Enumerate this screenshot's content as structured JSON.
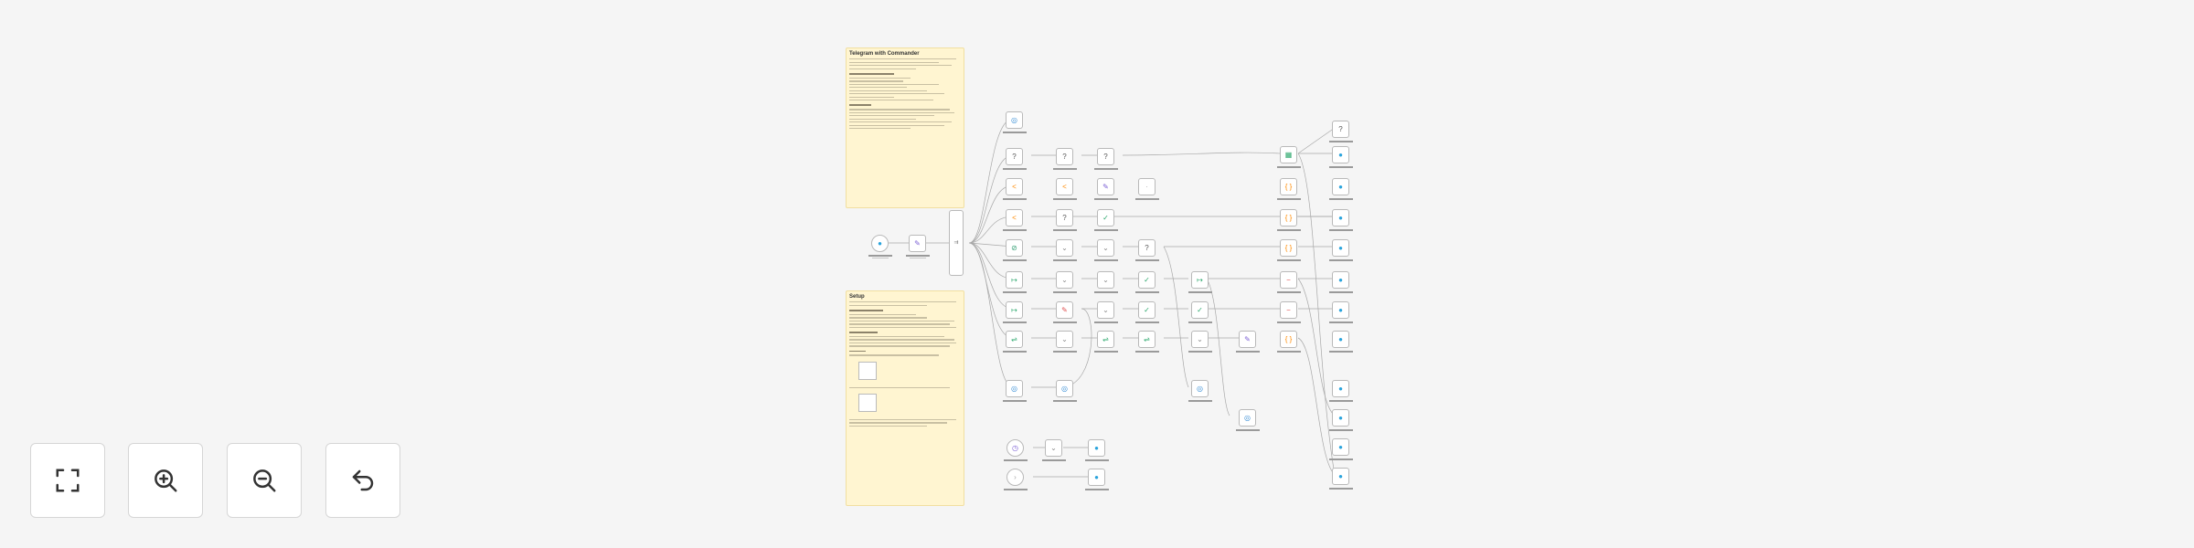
{
  "canvas": {
    "sticky_notes": [
      {
        "title": "Telegram with Commander"
      },
      {
        "title": "Setup"
      }
    ]
  },
  "controls": [
    {
      "name": "fit-view-button",
      "icon": "fullscreen-icon"
    },
    {
      "name": "zoom-in-button",
      "icon": "zoom-in-icon"
    },
    {
      "name": "zoom-out-button",
      "icon": "zoom-out-icon"
    },
    {
      "name": "reset-zoom-button",
      "icon": "undo-icon"
    }
  ],
  "colors": {
    "background": "#f5f5f5",
    "sticky": "#fff5d1",
    "node_border": "#b9b9b9",
    "connection": "#9e9e9e"
  }
}
